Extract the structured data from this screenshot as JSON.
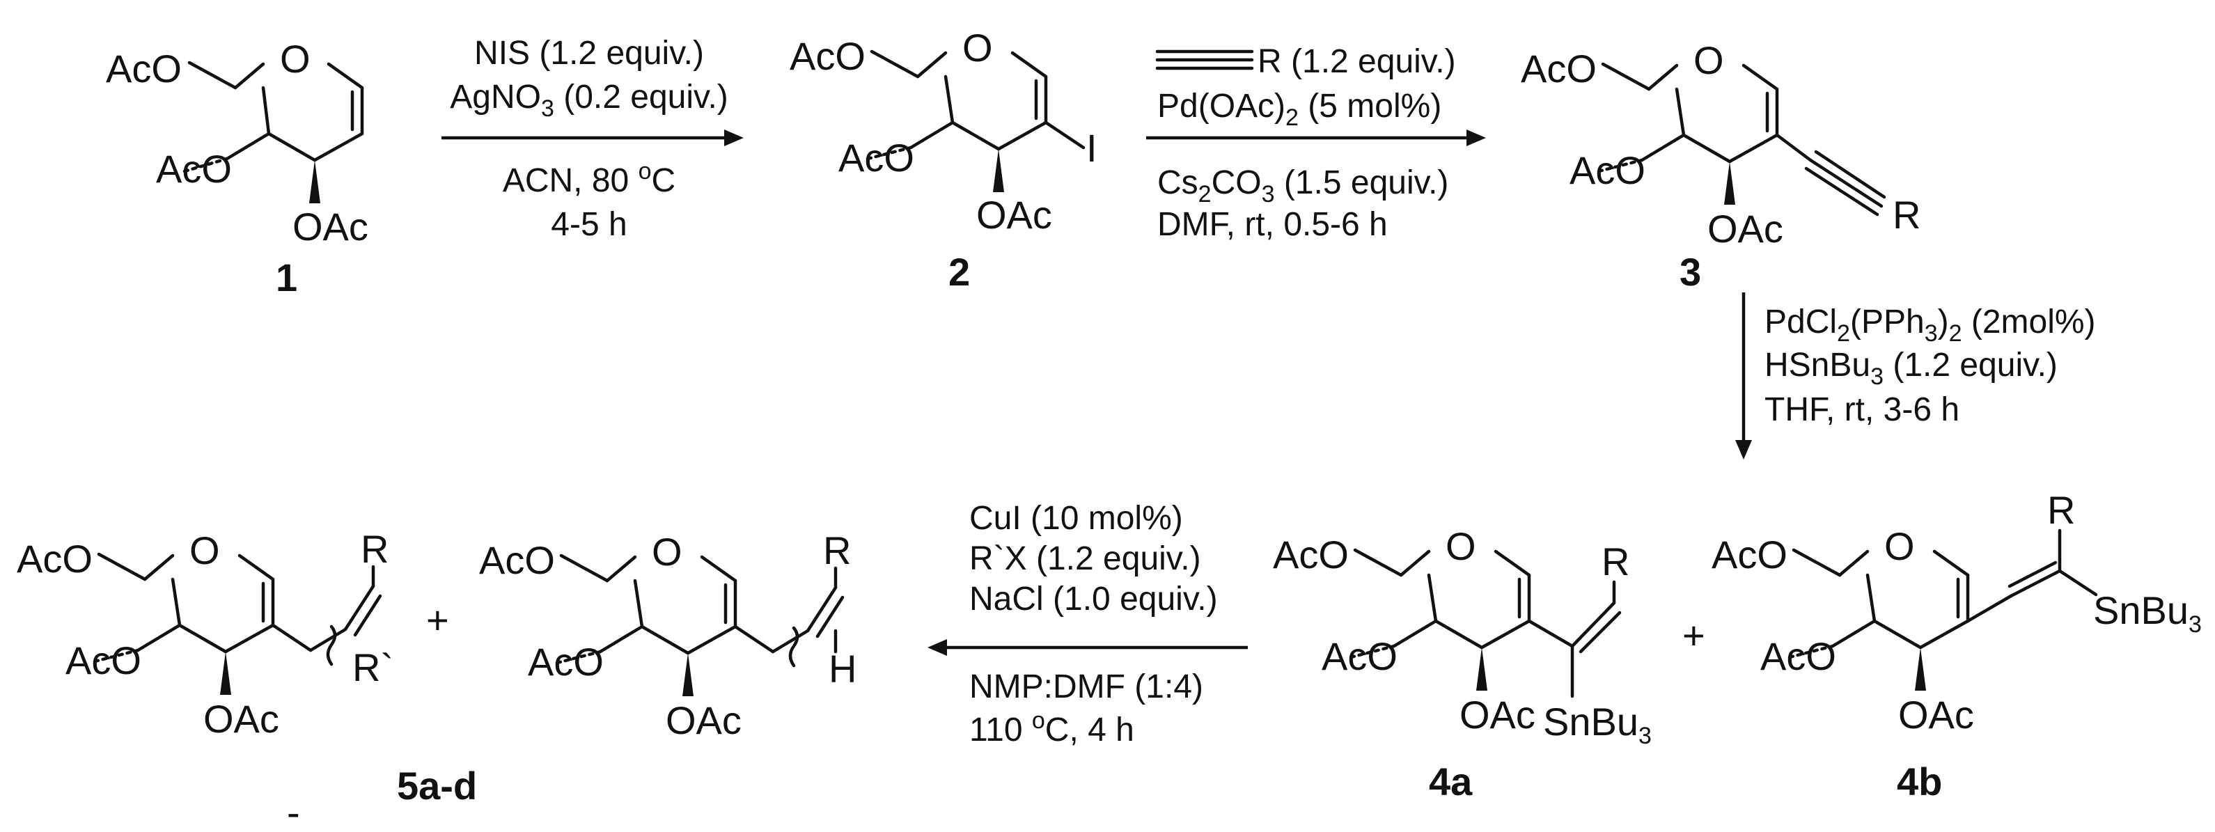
{
  "scheme": {
    "compounds": {
      "c1": {
        "number": "1",
        "ac_top": "AcO",
        "ring_o": "O",
        "ac_mid": "AcO",
        "ac_bottom": "OAc"
      },
      "c2": {
        "number": "2",
        "ac_top": "AcO",
        "ring_o": "O",
        "ac_mid": "AcO",
        "ac_bottom": "OAc",
        "iodo": "I"
      },
      "c3": {
        "number": "3",
        "ac_top": "AcO",
        "ring_o": "O",
        "ac_mid": "AcO",
        "ac_bottom": "OAc",
        "r": "R"
      },
      "c4a": {
        "number": "4a",
        "ac_top": "AcO",
        "ring_o": "O",
        "ac_mid": "AcO",
        "ac_bottom": "OAc",
        "r": "R",
        "sn": "SnBu",
        "sn_sub": "3"
      },
      "c4b": {
        "number": "4b",
        "ac_top": "AcO",
        "ring_o": "O",
        "ac_mid": "AcO",
        "ac_bottom": "OAc",
        "r": "R",
        "sn": "SnBu",
        "sn_sub": "3"
      },
      "c5a": {
        "number": "5a-d",
        "ac_top": "AcO",
        "ring_o": "O",
        "ac_mid": "AcO",
        "ac_bottom": "OAc",
        "r": "R",
        "r2": "R`"
      },
      "c5b": {
        "ac_top": "AcO",
        "ring_o": "O",
        "ac_mid": "AcO",
        "ac_bottom": "OAc",
        "r": "R",
        "h": "H"
      }
    },
    "plus_signs": [
      "+",
      "+"
    ],
    "stray_mark": "-",
    "step1": {
      "above": [
        {
          "main": "NIS (1.2 equiv.)"
        },
        {
          "main": "AgNO",
          "sub": "3",
          "tail": " (0.2 equiv.)"
        }
      ],
      "below": [
        {
          "main": "ACN, 80 ",
          "sup": "o",
          "tail": "C"
        },
        {
          "main": "4-5 h"
        }
      ]
    },
    "step2": {
      "above": [
        {
          "alkyne_r": "R",
          "main": " (1.2 equiv.)"
        },
        {
          "main": "Pd(OAc)",
          "sub": "2",
          "tail": " (5 mol%)"
        }
      ],
      "below": [
        {
          "main": "Cs",
          "sub": "2",
          "mid": "CO",
          "sub2": "3",
          "tail": " (1.5 equiv.)"
        },
        {
          "main": "DMF, rt, 0.5-6 h"
        }
      ]
    },
    "step3": {
      "lines": [
        {
          "main": "PdCl",
          "sub": "2",
          "mid": "(PPh",
          "sub2": "3",
          "mid2": ")",
          "sub3": "2",
          "tail": " (2mol%)"
        },
        {
          "main": "HSnBu",
          "sub": "3",
          "tail": " (1.2 equiv.)"
        },
        {
          "main": "THF, rt, 3-6 h"
        }
      ]
    },
    "step4": {
      "above": [
        {
          "main": "CuI (10 mol%)"
        },
        {
          "main": "R`X (1.2 equiv.)"
        },
        {
          "main": "NaCl (1.0 equiv.)"
        }
      ],
      "below": [
        {
          "main": "NMP:DMF (1:4)"
        },
        {
          "main": "110 ",
          "sup": "o",
          "tail": "C, 4 h"
        }
      ]
    }
  }
}
